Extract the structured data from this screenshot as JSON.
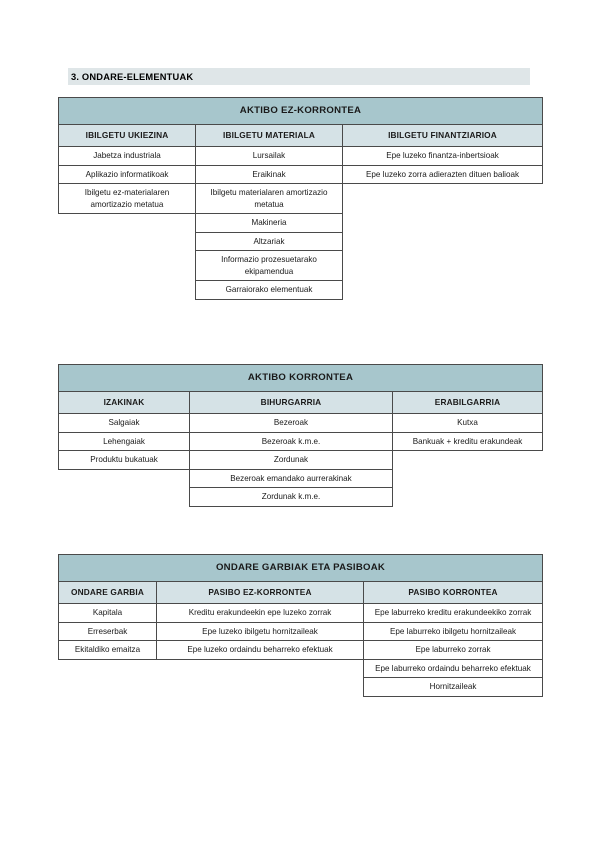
{
  "document": {
    "section_heading": "3. ONDARE-ELEMENTUAK",
    "highlight_color": "#dfe6e8",
    "title_row_color": "#a7c6cc",
    "column_header_color": "#d5e2e6",
    "border_color": "#4a4a4a",
    "page_background": "#ffffff"
  },
  "tables": [
    {
      "id": "aktibo-ez-korrontea",
      "title": "AKTIBO EZ-KORRONTEA",
      "columns": [
        "IBILGETU UKIEZINA",
        "IBILGETU MATERIALA",
        "IBILGETU FINANTZIARIOA"
      ],
      "rows": [
        [
          "Jabetza industriala",
          "Lursailak",
          "Epe luzeko finantza-inbertsioak"
        ],
        [
          "Aplikazio informatikoak",
          "Eraikinak",
          "Epe luzeko zorra adierazten dituen balioak"
        ],
        [
          "Ibilgetu ez-materialaren amortizazio metatua",
          "Ibilgetu materialaren amortizazio metatua",
          ""
        ],
        [
          "",
          "Makineria",
          ""
        ],
        [
          "",
          "Altzariak",
          ""
        ],
        [
          "",
          "Informazio prozesuetarako ekipamendua",
          ""
        ],
        [
          "",
          "Garraiorako elementuak",
          ""
        ]
      ]
    },
    {
      "id": "aktibo-korrontea",
      "title": "AKTIBO KORRONTEA",
      "columns": [
        "IZAKINAK",
        "BIHURGARRIA",
        "ERABILGARRIA"
      ],
      "rows": [
        [
          "Salgaiak",
          "Bezeroak",
          "Kutxa"
        ],
        [
          "Lehengaiak",
          "Bezeroak k.m.e.",
          "Bankuak + kreditu erakundeak"
        ],
        [
          "Produktu bukatuak",
          "Zordunak",
          ""
        ],
        [
          "",
          "Bezeroak emandako aurrerakinak",
          ""
        ],
        [
          "",
          "Zordunak k.m.e.",
          ""
        ]
      ]
    },
    {
      "id": "ondare-pasiboak",
      "title": "ONDARE GARBIAK ETA PASIBOAK",
      "columns": [
        "ONDARE GARBIA",
        "PASIBO EZ-KORRONTEA",
        "PASIBO KORRONTEA"
      ],
      "rows": [
        [
          "Kapitala",
          "Kreditu erakundeekin epe luzeko zorrak",
          "Epe laburreko kreditu erakundeekiko zorrak"
        ],
        [
          "Erreserbak",
          "Epe luzeko ibilgetu hornitzaileak",
          "Epe laburreko ibilgetu hornitzaileak"
        ],
        [
          "Ekitaldiko emaitza",
          "Epe luzeko ordaindu beharreko efektuak",
          "Epe laburreko zorrak"
        ],
        [
          "",
          "",
          "Epe laburreko ordaindu beharreko efektuak"
        ],
        [
          "",
          "",
          "Hornitzaileak"
        ]
      ]
    }
  ]
}
